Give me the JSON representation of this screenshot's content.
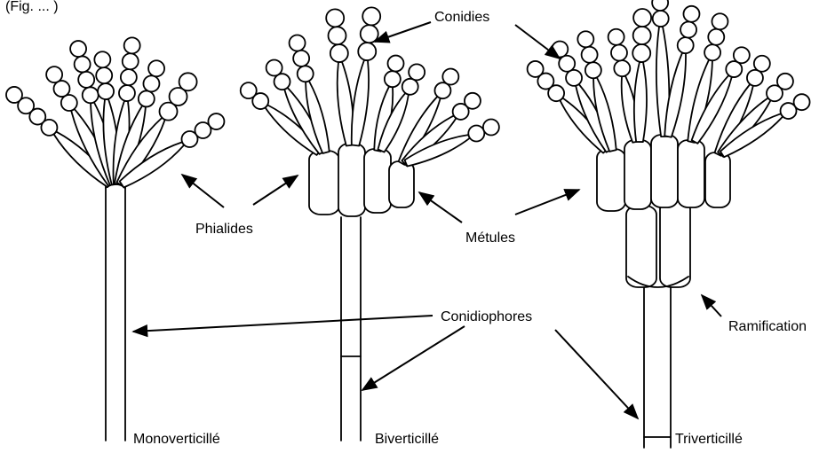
{
  "header_fragment": "(Fig. ... )",
  "labels": {
    "conidies": "Conidies",
    "phialides": "Phialides",
    "metules": "Métules",
    "conidiophores": "Conidiophores",
    "ramification": "Ramification"
  },
  "types": {
    "mono": "Monoverticillé",
    "bi": "Biverticillé",
    "tri": "Triverticillé"
  }
}
